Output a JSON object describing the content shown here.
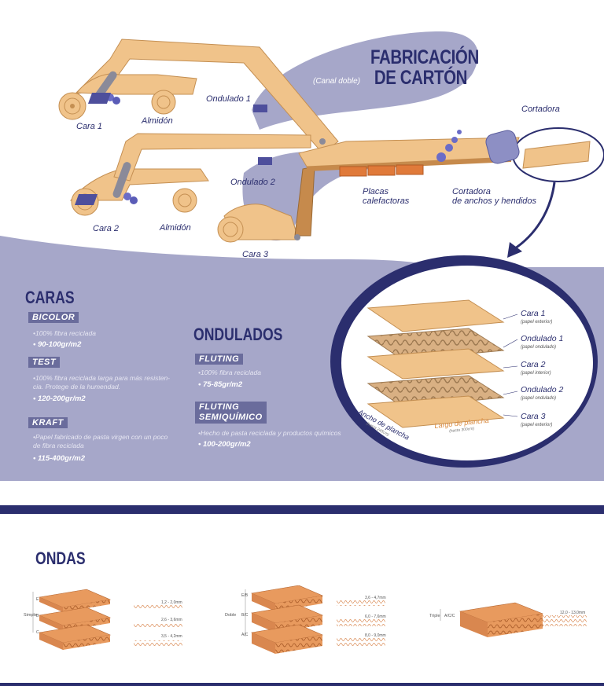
{
  "title": {
    "line1": "FABRICACIÓN",
    "line2": "DE CARTÓN",
    "subtitle": "(Canal doble)"
  },
  "machine_labels": {
    "cara1": "Cara 1",
    "almidon1": "Almidón",
    "ondulado1": "Ondulado 1",
    "cara2": "Cara 2",
    "almidon2": "Almidón",
    "ondulado2": "Ondulado 2",
    "cara3": "Cara 3",
    "placas_line1": "Placas",
    "placas_line2": "calefactoras",
    "cortadora": "Cortadora",
    "cortadora_anchos_line1": "Cortadora",
    "cortadora_anchos_line2": "de anchos y hendidos"
  },
  "caras": {
    "title": "CARAS",
    "items": [
      {
        "tag": "BICOLOR",
        "desc_lines": [
          "•100% fibra reciclada"
        ],
        "weight": "• 90-100gr/m2"
      },
      {
        "tag": "TEST",
        "desc_lines": [
          "•100% fibra reciclada larga para más resisten-",
          "cia. Protege de la humendad."
        ],
        "weight": "• 120-200gr/m2"
      },
      {
        "tag": "KRAFT",
        "desc_lines": [
          "•Papel fabricado de pasta virgen con un poco",
          "de fibra reciclada"
        ],
        "weight": "• 115-400gr/m2"
      }
    ]
  },
  "ondulados": {
    "title": "ONDULADOS",
    "items": [
      {
        "tag_lines": [
          "FLUTING"
        ],
        "desc": "•100% fibra reciclada",
        "weight": "• 75-85gr/m2"
      },
      {
        "tag_lines": [
          "FLUTING",
          "SEMIQUÍMICO"
        ],
        "desc": "•Hecho de pasta reciclada y productos químicos",
        "weight": "• 100-200gr/m2"
      }
    ]
  },
  "layers": [
    {
      "name": "Cara 1",
      "sub": "(papel exterior)"
    },
    {
      "name": "Ondulado 1",
      "sub": "(papel ondulado)"
    },
    {
      "name": "Cara 2",
      "sub": "(papel interior)"
    },
    {
      "name": "Ondulado 2",
      "sub": "(papel ondulado)"
    },
    {
      "name": "Cara 3",
      "sub": "(papel exterior)"
    }
  ],
  "plate_dims": {
    "ancho": "Ancho de plancha",
    "ancho_sub": "(hasta 245cm)",
    "largo": "Largo de plancha",
    "largo_sub": "(hasta 300cm)"
  },
  "ondas": {
    "title": "ONDAS",
    "simple": {
      "label": "Simple",
      "letters": [
        "E",
        "B",
        "C"
      ],
      "sizes": [
        "1,2 - 2,0mm",
        "2,6 - 3,6mm",
        "3,5 - 4,2mm"
      ]
    },
    "doble": {
      "label": "Doble",
      "letters": [
        "E/B",
        "B/C",
        "A/C"
      ],
      "sizes": [
        "3,6 - 4,7mm",
        "6,0 - 7,6mm",
        "8,0 - 9,0mm"
      ]
    },
    "triple": {
      "label": "Triple",
      "letters": [
        "A/C/C"
      ],
      "sizes": [
        "12,0 - 13,0mm"
      ]
    }
  },
  "colors": {
    "navy": "#2b2e6e",
    "lavender": "#a6a7c9",
    "paper": "#f0c38a",
    "carton": "#d9874f",
    "heater": "#e07a3a"
  }
}
